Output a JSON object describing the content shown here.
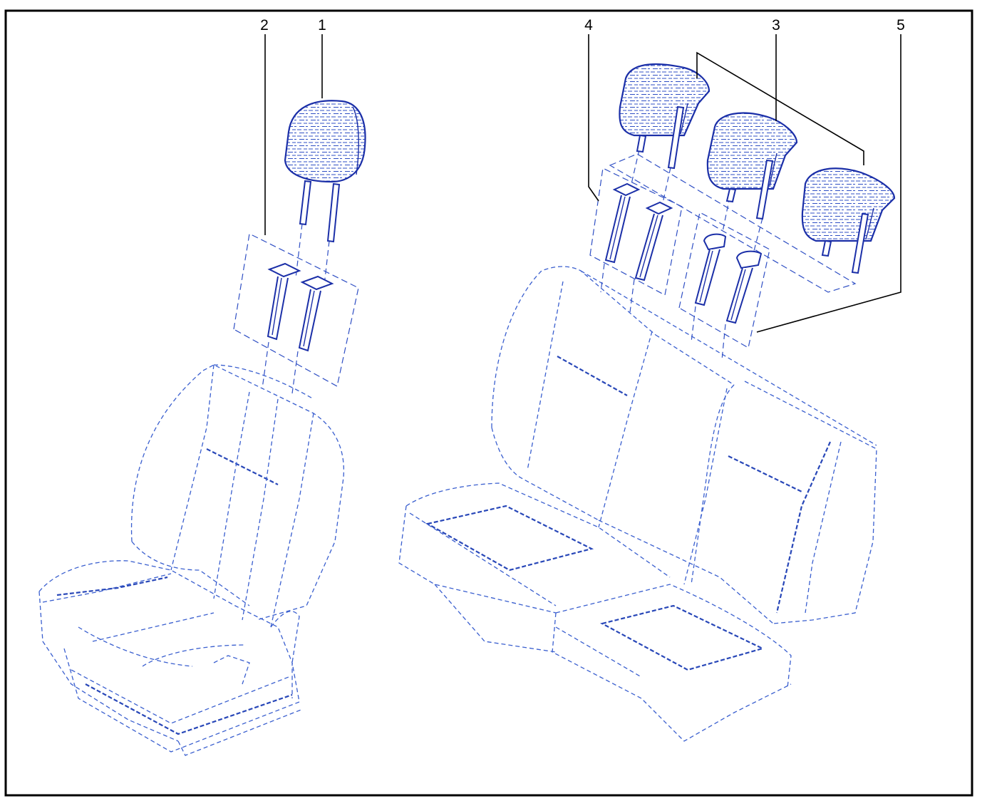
{
  "callouts": [
    {
      "id": "1",
      "label": "1"
    },
    {
      "id": "2",
      "label": "2"
    },
    {
      "id": "3",
      "label": "3"
    },
    {
      "id": "4",
      "label": "4"
    },
    {
      "id": "5",
      "label": "5"
    }
  ],
  "colors": {
    "line_art": "#2f4fc4",
    "frame": "#000000",
    "background": "#ffffff"
  }
}
